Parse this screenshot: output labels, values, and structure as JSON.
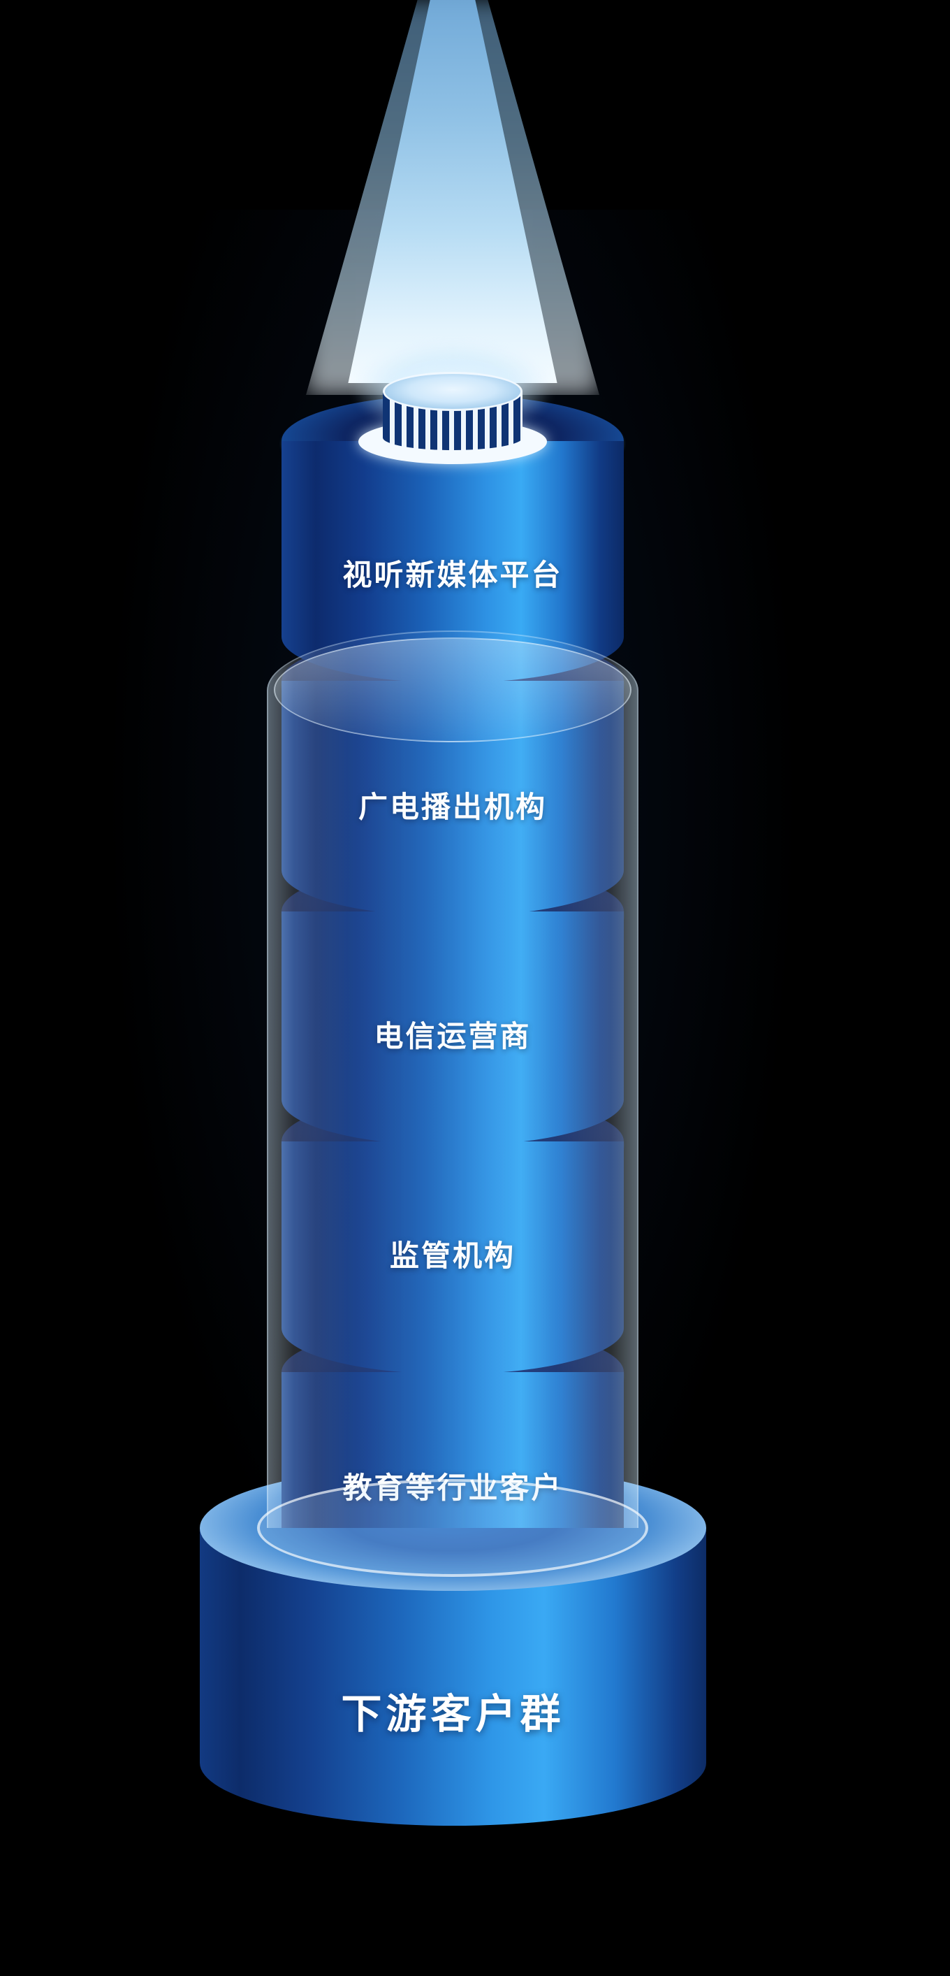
{
  "page": {
    "background": "#000000"
  },
  "tower": {
    "segments": [
      {
        "label": "视听新媒体平台"
      },
      {
        "label": "广电播出机构"
      },
      {
        "label": "电信运营商"
      },
      {
        "label": "监管机构"
      },
      {
        "label": "教育等行业客户"
      }
    ],
    "base": {
      "label": "下游客户群"
    },
    "colors": {
      "body_bright": "#39aaf4",
      "body_dark": "#0d2b6d",
      "socket_dark": "#08123a",
      "base_rim_light": "#eef7ff",
      "beam_light": "#f4fbff",
      "label_text": "#ffffff"
    }
  }
}
